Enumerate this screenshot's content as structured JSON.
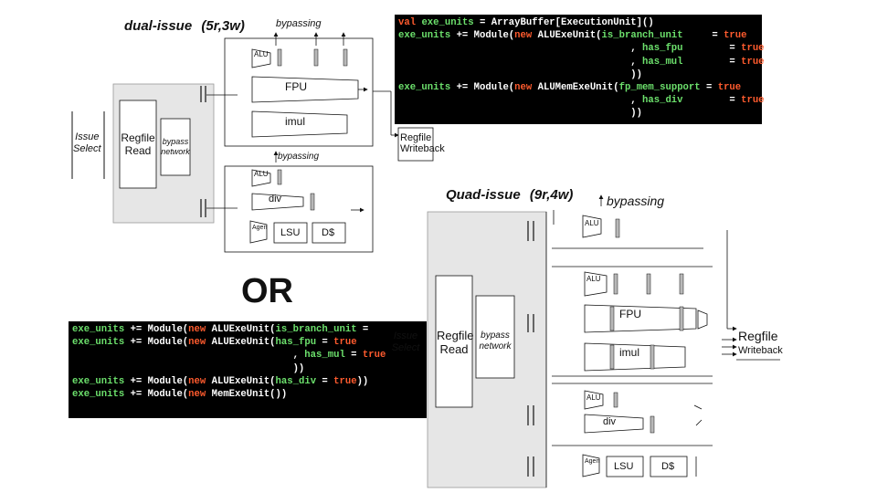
{
  "dual": {
    "title": "dual-issue",
    "config": "(5r,3w)",
    "bypassing": "bypassing",
    "bypassing2": "bypassing",
    "issue": "Issue\nSelect",
    "regfile_read": "Regfile\nRead",
    "bypass_network": "bypass\nnetwork",
    "units": {
      "alu": "ALU",
      "fpu": "FPU",
      "imul": "imul",
      "div": "div",
      "agen": "Agen",
      "lsu": "LSU",
      "dcache": "D$"
    },
    "writeback": "Regfile\nWriteback"
  },
  "quad": {
    "title": "Quad-issue",
    "config": "(9r,4w)",
    "bypassing": "bypassing",
    "issue": "Issue\nSelect",
    "regfile_read": "Regfile\nRead",
    "bypass_network": "bypass\nnetwork",
    "units": {
      "alu": "ALU",
      "fpu": "FPU",
      "imul": "imul",
      "div": "div",
      "agen": "Agen",
      "lsu": "LSU",
      "dcache": "D$"
    },
    "writeback_top": "Regfile",
    "writeback_bottom": "Writeback"
  },
  "or_text": "OR",
  "code_top": [
    [
      {
        "t": "val ",
        "c": "kw"
      },
      {
        "t": "exe_units",
        "c": "id"
      },
      {
        "t": " = ",
        "c": "cls"
      },
      {
        "t": "ArrayBuffer[ExecutionUnit]()",
        "c": "cls"
      }
    ],
    [
      {
        "t": "exe_units",
        "c": "id"
      },
      {
        "t": " += ",
        "c": "cls"
      },
      {
        "t": "Module(",
        "c": "cls"
      },
      {
        "t": "new ",
        "c": "kw"
      },
      {
        "t": "ALUExeUnit(",
        "c": "cls"
      },
      {
        "t": "is_branch_unit",
        "c": "id"
      },
      {
        "t": "     = ",
        "c": "cls"
      },
      {
        "t": "true",
        "c": "kw"
      }
    ],
    [
      {
        "t": "                                        , ",
        "c": "cls"
      },
      {
        "t": "has_fpu",
        "c": "id"
      },
      {
        "t": "        = ",
        "c": "cls"
      },
      {
        "t": "true",
        "c": "kw"
      }
    ],
    [
      {
        "t": "                                        , ",
        "c": "cls"
      },
      {
        "t": "has_mul",
        "c": "id"
      },
      {
        "t": "        = ",
        "c": "cls"
      },
      {
        "t": "true",
        "c": "kw"
      }
    ],
    [
      {
        "t": "                                        ))",
        "c": "cls"
      }
    ],
    [
      {
        "t": "exe_units",
        "c": "id"
      },
      {
        "t": " += ",
        "c": "cls"
      },
      {
        "t": "Module(",
        "c": "cls"
      },
      {
        "t": "new ",
        "c": "kw"
      },
      {
        "t": "ALUMemExeUnit(",
        "c": "cls"
      },
      {
        "t": "fp_mem_support",
        "c": "id"
      },
      {
        "t": " = ",
        "c": "cls"
      },
      {
        "t": "true",
        "c": "kw"
      }
    ],
    [
      {
        "t": "                                        , ",
        "c": "cls"
      },
      {
        "t": "has_div",
        "c": "id"
      },
      {
        "t": "        = ",
        "c": "cls"
      },
      {
        "t": "true",
        "c": "kw"
      }
    ],
    [
      {
        "t": "                                        ))",
        "c": "cls"
      }
    ]
  ],
  "code_bottom": [
    [
      {
        "t": "exe_units",
        "c": "id"
      },
      {
        "t": " += ",
        "c": "cls"
      },
      {
        "t": "Module(",
        "c": "cls"
      },
      {
        "t": "new ",
        "c": "kw"
      },
      {
        "t": "ALUExeUnit(",
        "c": "cls"
      },
      {
        "t": "is_branch_unit",
        "c": "id"
      },
      {
        "t": " = ",
        "c": "cls"
      }
    ],
    [
      {
        "t": "exe_units",
        "c": "id"
      },
      {
        "t": " += ",
        "c": "cls"
      },
      {
        "t": "Module(",
        "c": "cls"
      },
      {
        "t": "new ",
        "c": "kw"
      },
      {
        "t": "ALUExeUnit(",
        "c": "cls"
      },
      {
        "t": "has_fpu",
        "c": "id"
      },
      {
        "t": " = ",
        "c": "cls"
      },
      {
        "t": "true",
        "c": "kw"
      }
    ],
    [
      {
        "t": "                                      , ",
        "c": "cls"
      },
      {
        "t": "has_mul",
        "c": "id"
      },
      {
        "t": " = ",
        "c": "cls"
      },
      {
        "t": "true",
        "c": "kw"
      }
    ],
    [
      {
        "t": "                                      ))",
        "c": "cls"
      }
    ],
    [
      {
        "t": "exe_units",
        "c": "id"
      },
      {
        "t": " += ",
        "c": "cls"
      },
      {
        "t": "Module(",
        "c": "cls"
      },
      {
        "t": "new ",
        "c": "kw"
      },
      {
        "t": "ALUExeUnit(",
        "c": "cls"
      },
      {
        "t": "has_div",
        "c": "id"
      },
      {
        "t": " = ",
        "c": "cls"
      },
      {
        "t": "true",
        "c": "kw"
      },
      {
        "t": "))",
        "c": "cls"
      }
    ],
    [
      {
        "t": "exe_units",
        "c": "id"
      },
      {
        "t": " += ",
        "c": "cls"
      },
      {
        "t": "Module(",
        "c": "cls"
      },
      {
        "t": "new ",
        "c": "kw"
      },
      {
        "t": "MemExeUnit())",
        "c": "cls"
      }
    ]
  ],
  "colors": {
    "code_bg": "#000000",
    "keyword": "#ff5b2e",
    "identifier": "#6ce06c",
    "panel_gray": "#e6e6e6",
    "latch_gray": "#b8b8b8"
  }
}
